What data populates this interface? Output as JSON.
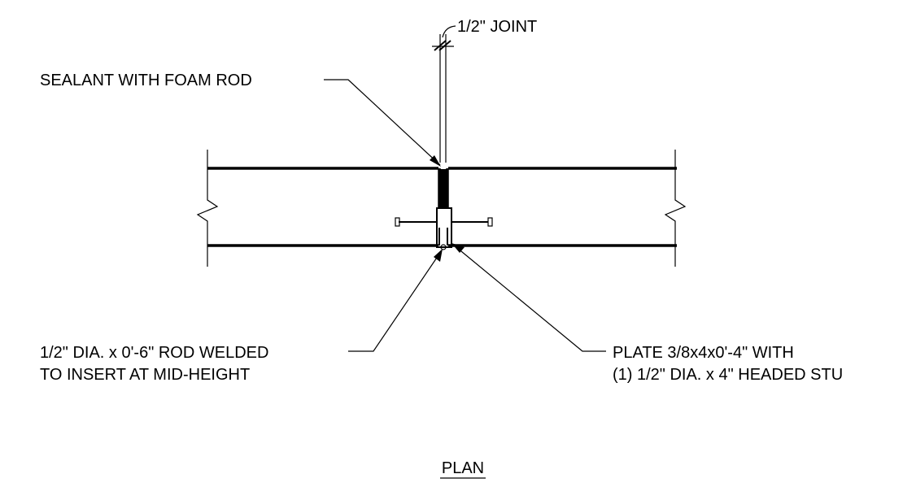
{
  "drawing": {
    "view_title": "PLAN",
    "labels": {
      "joint": "1/2\" JOINT",
      "sealant": "SEALANT WITH FOAM ROD",
      "rod_line1": "1/2\" DIA. x 0'-6\" ROD WELDED",
      "rod_line2": "TO INSERT AT MID-HEIGHT",
      "plate_line1": "PLATE 3/8x4x0'-4\" WITH",
      "plate_line2": "(1) 1/2\" DIA. x 4\" HEADED STU"
    }
  }
}
